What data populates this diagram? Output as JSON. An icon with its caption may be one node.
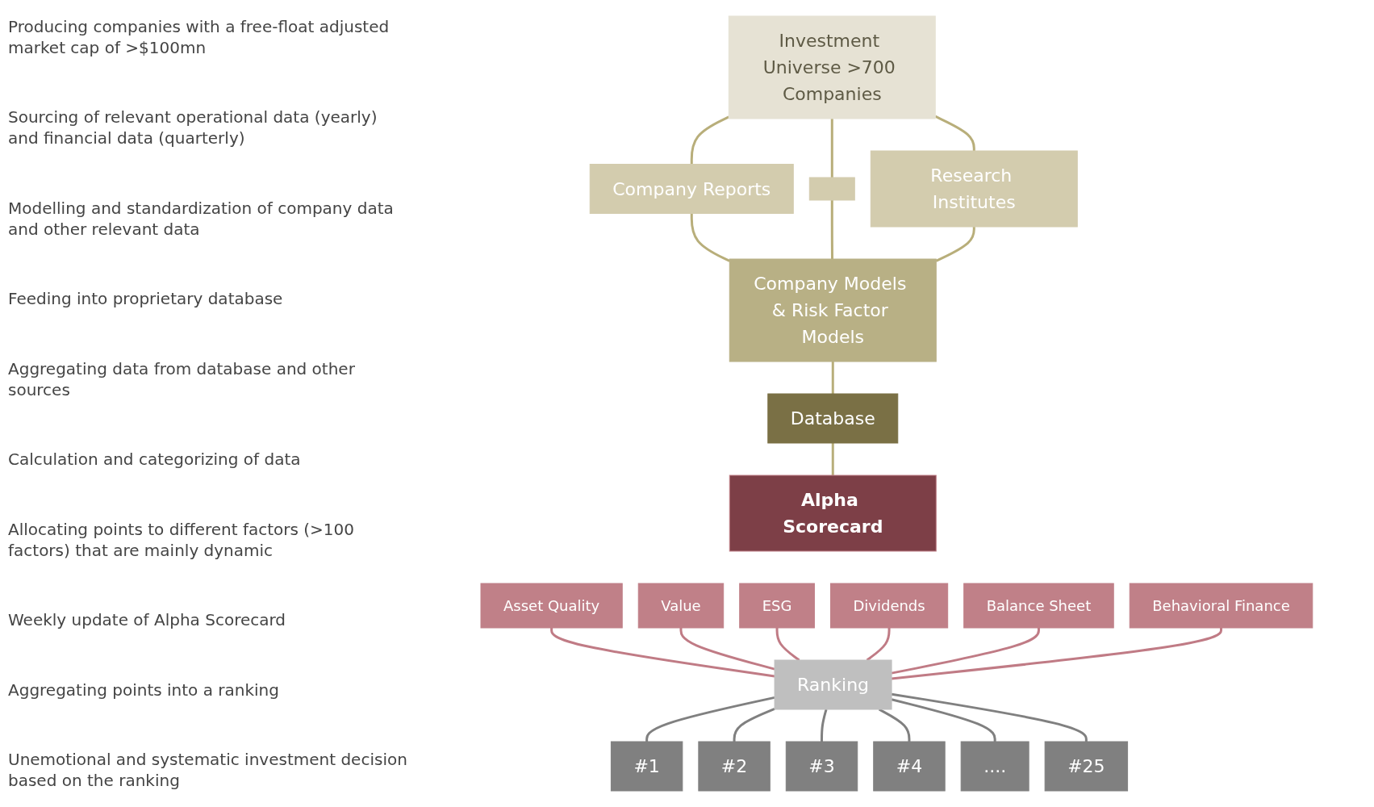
{
  "diagram": {
    "nodes": [
      {
        "text": [
          "Investment Universe >700 Companies"
        ]
      },
      {
        "text": [
          "Company Reports"
        ]
      },
      {
        "text": [],
        "shape": "box"
      },
      {
        "text": [
          "Research Institutes"
        ]
      },
      {
        "text": [
          "Company Models & Risk Factor Models"
        ]
      },
      {
        "text": [
          "Database"
        ]
      },
      {
        "text": [
          "Alpha Scorecard"
        ]
      },
      {
        "text": [
          "Asset Quality"
        ]
      },
      {
        "text": [
          "Value"
        ]
      },
      {
        "text": [
          "ESG"
        ]
      },
      {
        "text": [
          "Dividends"
        ]
      },
      {
        "text": [
          "Balance Sheet"
        ]
      },
      {
        "text": [
          "Behavioral Finance"
        ]
      },
      {
        "text": [
          "Ranking"
        ]
      },
      {
        "text": [
          "#1"
        ]
      },
      {
        "text": [
          "#2"
        ]
      },
      {
        "text": [
          "#3"
        ]
      },
      {
        "text": [
          "#4"
        ]
      },
      {
        "text": [
          "...."
        ]
      },
      {
        "text": [
          "#25"
        ]
      }
    ],
    "edges": [
      {
        "from": 0,
        "to": 1,
        "arrow": "none"
      },
      {
        "from": 0,
        "to": 2,
        "arrow": "none"
      },
      {
        "from": 0,
        "to": 3,
        "arrow": "none"
      },
      {
        "from": 1,
        "to": 4,
        "arrow": "none"
      },
      {
        "from": 2,
        "to": 4,
        "arrow": "none"
      },
      {
        "from": 3,
        "to": 4,
        "arrow": "none"
      },
      {
        "from": 4,
        "to": 5,
        "arrow": "none"
      },
      {
        "from": 5,
        "to": 6,
        "arrow": "none"
      },
      {
        "from": 7,
        "to": 13,
        "arrow": "none",
        "color": "#c07b85"
      },
      {
        "from": 8,
        "to": 13,
        "arrow": "none",
        "color": "#c07b85"
      },
      {
        "from": 9,
        "to": 13,
        "arrow": "none",
        "color": "#c07b85"
      },
      {
        "from": 10,
        "to": 13,
        "arrow": "none",
        "color": "#c07b85"
      },
      {
        "from": 11,
        "to": 13,
        "arrow": "none",
        "color": "#c07b85"
      },
      {
        "from": 12,
        "to": 13,
        "arrow": "none",
        "color": "#c07b85"
      },
      {
        "from": 13,
        "to": 14,
        "arrow": "none",
        "color": "#808080"
      },
      {
        "from": 13,
        "to": 15,
        "arrow": "none",
        "color": "#808080"
      },
      {
        "from": 13,
        "to": 16,
        "arrow": "none",
        "color": "#808080"
      },
      {
        "from": 13,
        "to": 17,
        "arrow": "none",
        "color": "#808080"
      },
      {
        "from": 13,
        "to": 18,
        "arrow": "none",
        "color": "#808080"
      },
      {
        "from": 13,
        "to": 19,
        "arrow": "none",
        "color": "#808080"
      }
    ],
    "labels": [
      "Producing companies with a free-float adjusted market cap of >$100mn",
      "Sourcing of relevant operational data (yearly) and financial data (quarterly)",
      "Modelling and standardization of company data and other relevant data",
      "Feeding into proprietary database",
      "Aggregating data from database and other sources",
      "Calculation and categorizing of data",
      "Allocating points to different factors (>100 factors) that are mainly dynamic",
      "Weekly update of Alpha Scorecard",
      "Aggregating points into a ranking",
      "Unemotional and systematic investment decision based on the ranking"
    ]
  }
}
